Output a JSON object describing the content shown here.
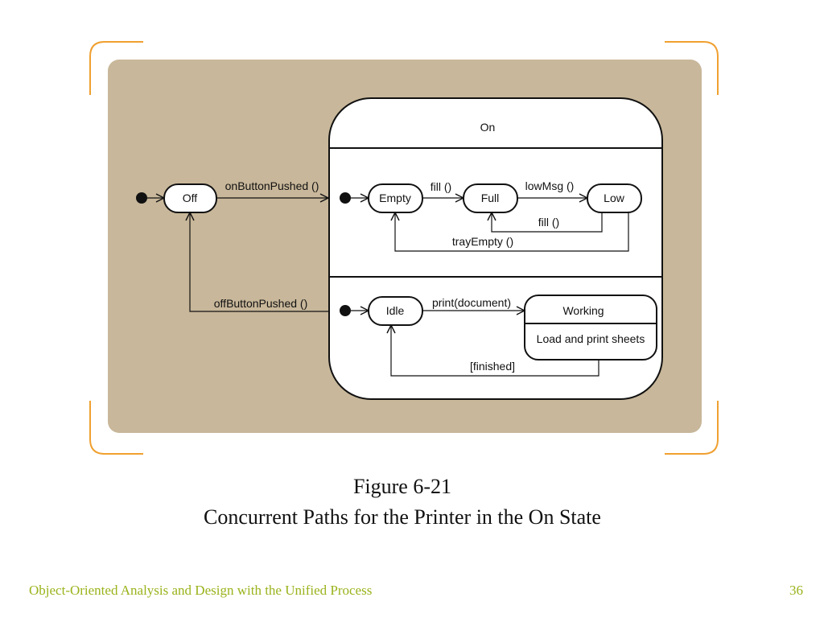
{
  "slide": {
    "caption_line1": "Figure 6-21",
    "caption_line2": "Concurrent Paths for the Printer in the On State",
    "footer_title": "Object-Oriented Analysis and Design with the Unified Process",
    "page_number": "36"
  },
  "diagram": {
    "composite_state": "On",
    "states": {
      "off": "Off",
      "empty": "Empty",
      "full": "Full",
      "low": "Low",
      "idle": "Idle",
      "working": "Working",
      "working_activity": "Load and print sheets"
    },
    "transitions": {
      "on_button_pushed": "onButtonPushed ()",
      "off_button_pushed": "offButtonPushed ()",
      "fill_empty_full": "fill ()",
      "low_msg": "lowMsg ()",
      "fill_low_full": "fill ()",
      "tray_empty": "trayEmpty ()",
      "print_document": "print(document)",
      "finished": "[finished]"
    }
  },
  "colors": {
    "panel_background": "#c8b79a",
    "frame_bracket": "#f0a030",
    "footer_text": "#99b31a"
  }
}
